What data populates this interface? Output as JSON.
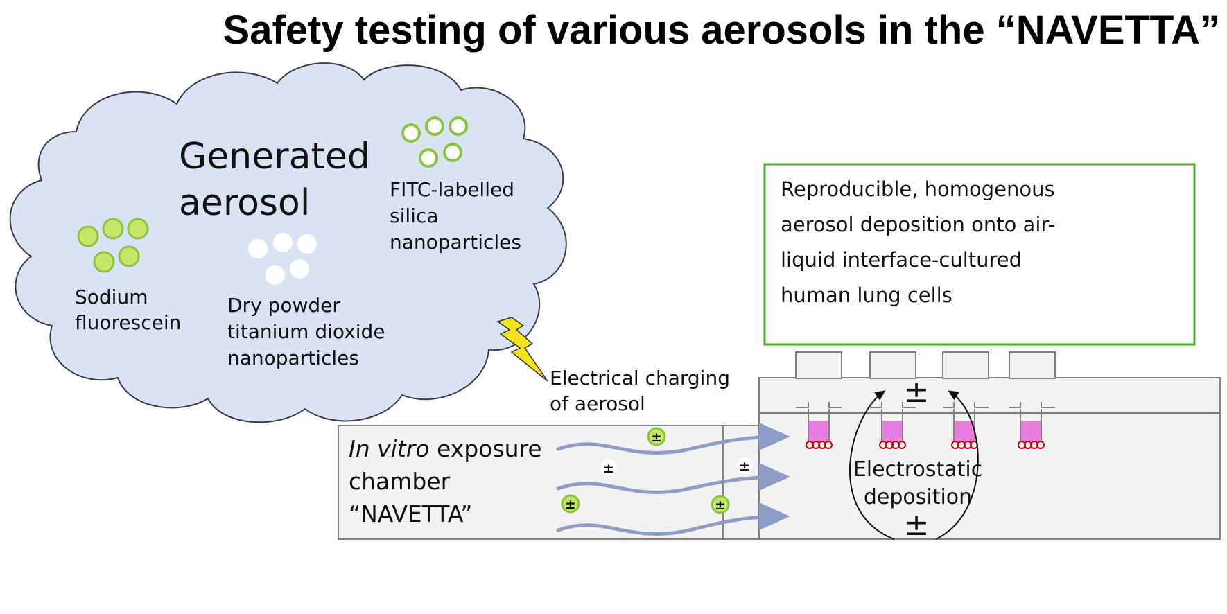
{
  "title": "Safety testing of various aerosols in the “NAVETTA”",
  "cloud": {
    "heading_line1": "Generated",
    "heading_line2": "aerosol",
    "sodium_line1": "Sodium",
    "sodium_line2": "fluorescein",
    "tio2_line1": "Dry powder",
    "tio2_line2": "titanium dioxide",
    "tio2_line3": "nanoparticles",
    "fitc_line1": "FITC-labelled",
    "fitc_line2": "silica",
    "fitc_line3": "nanoparticles"
  },
  "charging": {
    "line1": "Electrical charging",
    "line2": "of aerosol"
  },
  "result_box": {
    "line1": "Reproducible, homogenous",
    "line2": "aerosol deposition onto air-",
    "line3": "liquid interface-cultured",
    "line4": "human lung cells"
  },
  "chamber": {
    "line1_italic": "In vitro",
    "line1_rest": " exposure",
    "line2": "chamber",
    "line3": "“NAVETTA”"
  },
  "deposition": {
    "line1": "Electrostatic",
    "line2": "deposition",
    "charge_symbol": "±"
  },
  "colors": {
    "cloud_fill": "#dae3f3",
    "green_particle": "#c6e66a",
    "green_outline": "#8ac43f",
    "result_border": "#4ea72e",
    "flow_arrow": "#8e9cc8",
    "well_fill": "#e87de0",
    "cell_red": "#cc0000",
    "lightning": "#f5e11c",
    "chamber_fill": "#f2f2f2"
  }
}
